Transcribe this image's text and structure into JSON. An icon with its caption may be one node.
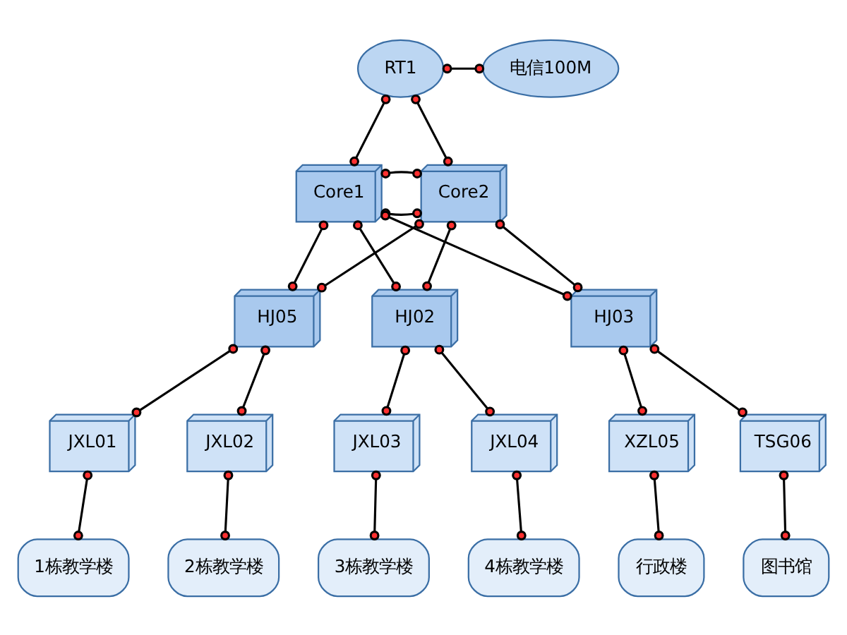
{
  "diagram": {
    "nodes": [
      {
        "text": [
          "RT1"
        ]
      },
      {
        "text": [
          "电信100M"
        ]
      },
      {
        "text": [
          "Core1"
        ]
      },
      {
        "text": [
          "Core2"
        ]
      },
      {
        "text": [
          "HJ05"
        ]
      },
      {
        "text": [
          "HJ02"
        ]
      },
      {
        "text": [
          "HJ03"
        ]
      },
      {
        "text": [
          "JXL01"
        ]
      },
      {
        "text": [
          "JXL02"
        ]
      },
      {
        "text": [
          "JXL03"
        ]
      },
      {
        "text": [
          "JXL04"
        ]
      },
      {
        "text": [
          "XZL05"
        ]
      },
      {
        "text": [
          "TSG06"
        ]
      },
      {
        "text": [
          "1栋教学楼"
        ]
      },
      {
        "text": [
          "2栋教学楼"
        ]
      },
      {
        "text": [
          "3栋教学楼"
        ]
      },
      {
        "text": [
          "4栋教学楼"
        ]
      },
      {
        "text": [
          "行政楼"
        ]
      },
      {
        "text": [
          "图书馆"
        ]
      }
    ],
    "edges": [
      {
        "from": 0,
        "to": 1,
        "arrow": "other"
      },
      {
        "from": 0,
        "to": 2,
        "arrow": "other"
      },
      {
        "from": 0,
        "to": 3,
        "arrow": "other"
      },
      {
        "from": 2,
        "to": 3,
        "arrow": "other"
      },
      {
        "from": 2,
        "to": 3,
        "arrow": "other"
      },
      {
        "from": 2,
        "to": 4,
        "arrow": "other"
      },
      {
        "from": 2,
        "to": 5,
        "arrow": "other"
      },
      {
        "from": 2,
        "to": 6,
        "arrow": "other"
      },
      {
        "from": 3,
        "to": 4,
        "arrow": "other"
      },
      {
        "from": 3,
        "to": 5,
        "arrow": "other"
      },
      {
        "from": 3,
        "to": 6,
        "arrow": "other"
      },
      {
        "from": 4,
        "to": 7,
        "arrow": "other"
      },
      {
        "from": 4,
        "to": 8,
        "arrow": "other"
      },
      {
        "from": 5,
        "to": 9,
        "arrow": "other"
      },
      {
        "from": 5,
        "to": 10,
        "arrow": "other"
      },
      {
        "from": 6,
        "to": 11,
        "arrow": "other"
      },
      {
        "from": 6,
        "to": 12,
        "arrow": "other"
      },
      {
        "from": 7,
        "to": 13,
        "arrow": "other"
      },
      {
        "from": 8,
        "to": 14,
        "arrow": "other"
      },
      {
        "from": 9,
        "to": 15,
        "arrow": "other"
      },
      {
        "from": 10,
        "to": 16,
        "arrow": "other"
      },
      {
        "from": 11,
        "to": 17,
        "arrow": "other"
      },
      {
        "from": 12,
        "to": 18,
        "arrow": "other"
      }
    ]
  }
}
